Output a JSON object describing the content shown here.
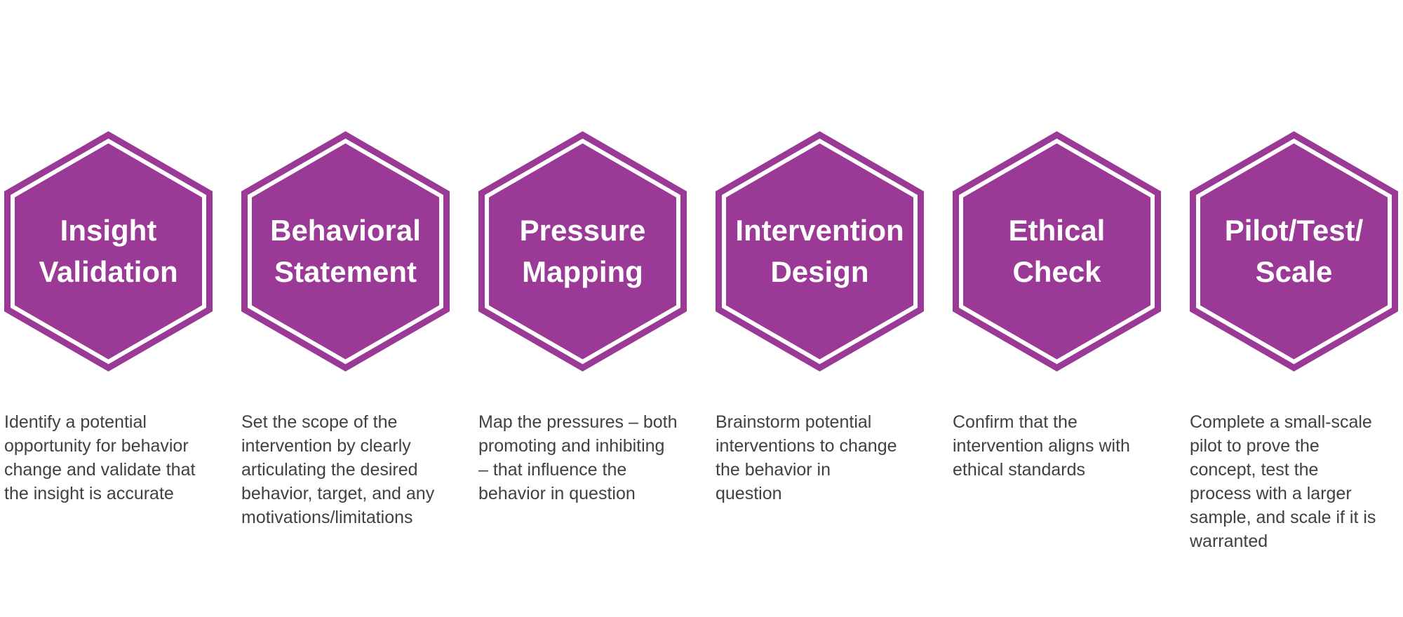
{
  "diagram": {
    "colors": {
      "hexagon_fill": "#9B3A96",
      "hexagon_inner_border": "#FFFFFF",
      "hexagon_label_text": "#FFFFFF",
      "description_text": "#414042",
      "background": "#FFFFFF"
    },
    "stages": [
      {
        "title": "Insight\nValidation",
        "description": "Identify a potential\nopportunity for behavior\nchange and validate that\nthe insight is accurate"
      },
      {
        "title": "Behavioral\nStatement",
        "description": "Set the scope of the\nintervention by clearly\narticulating the desired\nbehavior, target, and any\nmotivations/limitations"
      },
      {
        "title": "Pressure\nMapping",
        "description": "Map the pressures – both\npromoting and inhibiting\n– that influence the\nbehavior in question"
      },
      {
        "title": "Intervention\nDesign",
        "description": "Brainstorm potential\ninterventions to change\nthe behavior in\nquestion"
      },
      {
        "title": "Ethical\nCheck",
        "description": "Confirm that the\nintervention aligns with\nethical standards"
      },
      {
        "title": "Pilot/Test/\nScale",
        "description": "Complete a small-scale\npilot to prove the\nconcept, test the\nprocess with a larger\nsample, and scale if it is\nwarranted"
      }
    ]
  }
}
